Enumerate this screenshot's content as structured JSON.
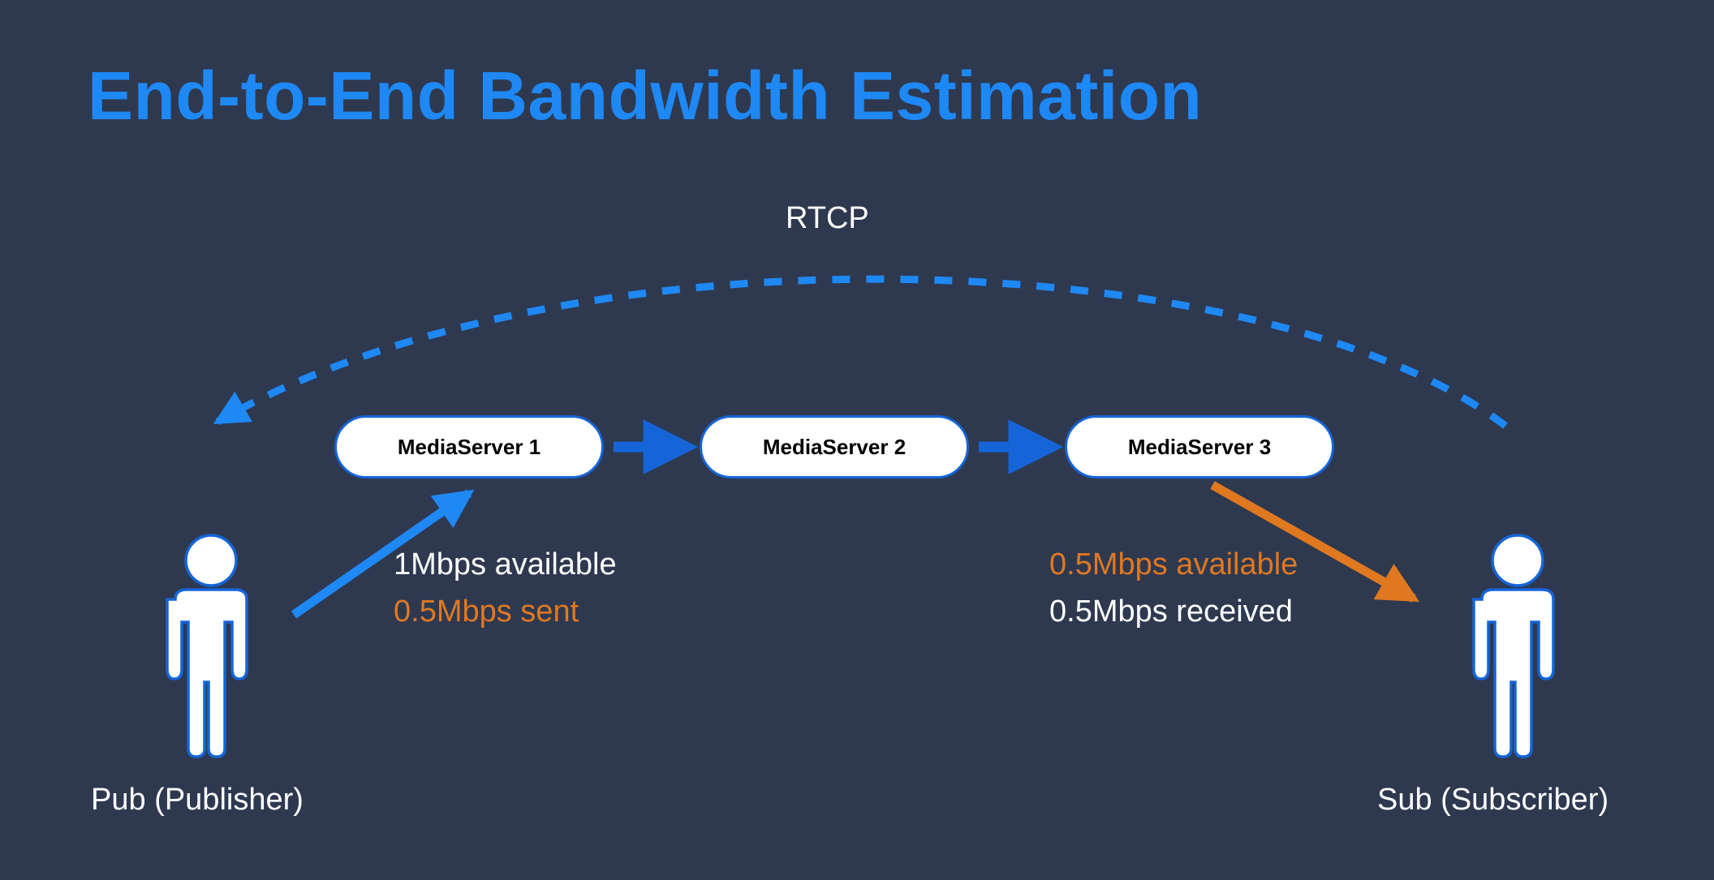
{
  "slide": {
    "title": "End-to-End Bandwidth Estimation",
    "background_color": "#2e3950",
    "title_color": "#1e88f5"
  },
  "colors": {
    "accent_blue": "#1e88f5",
    "link_blue": "#1565d8",
    "orange": "#e07820",
    "white": "#ffffff",
    "background": "#2e3950"
  },
  "diagram": {
    "rtcp_label": "RTCP",
    "servers": [
      {
        "label": "MediaServer 1"
      },
      {
        "label": "MediaServer 2"
      },
      {
        "label": "MediaServer 3"
      }
    ],
    "actors": [
      {
        "id": "pub",
        "caption": "Pub (Publisher)",
        "icon": "person-icon"
      },
      {
        "id": "sub",
        "caption": "Sub (Subscriber)",
        "icon": "person-icon"
      }
    ],
    "annotations": {
      "left": [
        {
          "text": "1Mbps available",
          "color": "#ffffff"
        },
        {
          "text": "0.5Mbps sent",
          "color": "#e07820"
        }
      ],
      "right": [
        {
          "text": "0.5Mbps available",
          "color": "#e07820"
        },
        {
          "text": "0.5Mbps received",
          "color": "#ffffff"
        }
      ]
    },
    "edges": [
      {
        "name": "pub-to-server1",
        "style": "solid",
        "color": "#1e88f5"
      },
      {
        "name": "server1-to-server2",
        "style": "solid",
        "color": "#1565d8"
      },
      {
        "name": "server2-to-server3",
        "style": "solid",
        "color": "#1565d8"
      },
      {
        "name": "server3-to-sub",
        "style": "solid",
        "color": "#e07820"
      },
      {
        "name": "rtcp-feedback-arc",
        "style": "dashed",
        "color": "#1e88f5"
      }
    ]
  }
}
